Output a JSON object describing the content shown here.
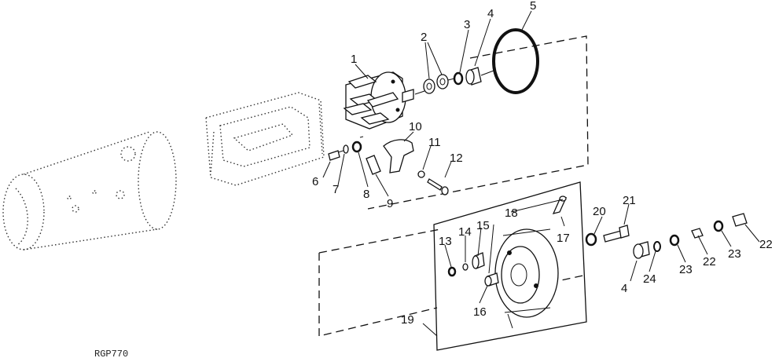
{
  "figure_ref": "RGP770",
  "callouts": {
    "c1": "1",
    "c2": "2",
    "c3": "3",
    "c4a": "4",
    "c5": "5",
    "c6": "6",
    "c7": "7",
    "c8": "8",
    "c9": "9",
    "c10": "10",
    "c11": "11",
    "c12": "12",
    "c13": "13",
    "c14": "14",
    "c15": "15",
    "c16": "16",
    "c17": "17",
    "c18": "18",
    "c19": "19",
    "c20": "20",
    "c21": "21",
    "c22a": "22",
    "c22b": "22",
    "c23a": "23",
    "c23b": "23",
    "c4b": "4",
    "c24": "24"
  }
}
